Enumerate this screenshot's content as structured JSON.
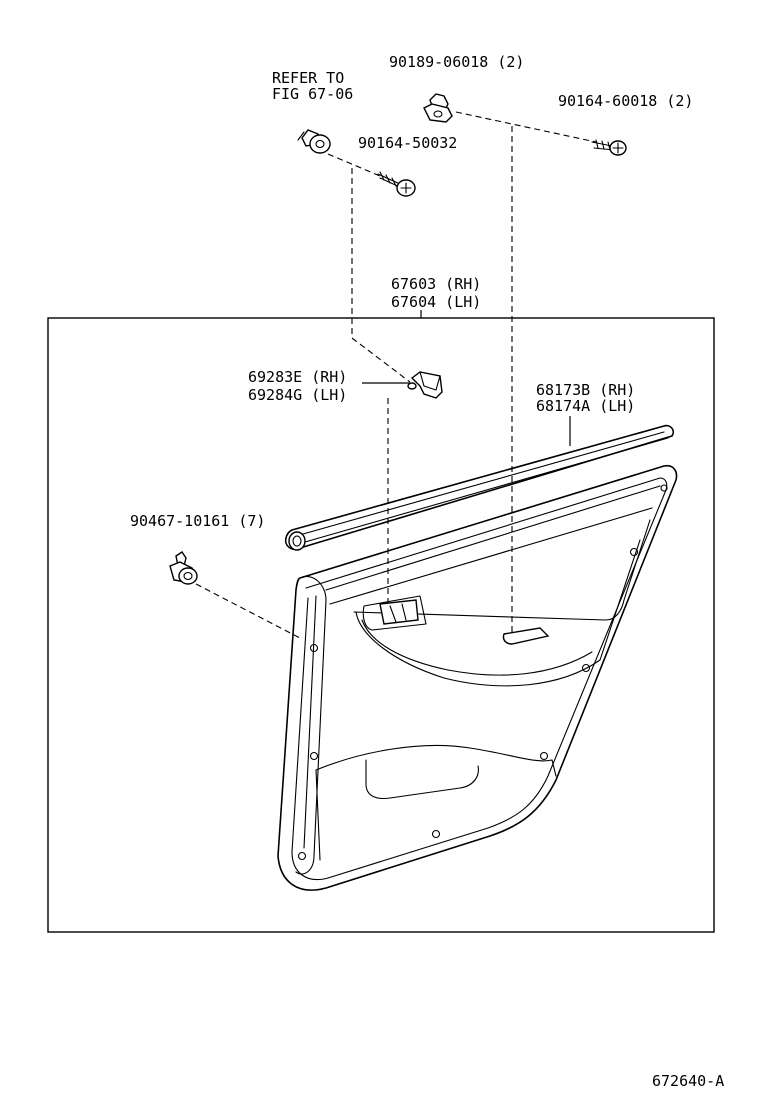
{
  "labels": {
    "refer_line1": "REFER TO",
    "refer_line2": "FIG 67-06",
    "clip_90189": "90189-06018 (2)",
    "screw_90164_60018": "90164-60018 (2)",
    "screw_90164_50032": "90164-50032",
    "board_rh": "67603 (RH)",
    "board_lh": "67604 (LH)",
    "bracket_rh": "69283E (RH)",
    "bracket_lh": "69284G (LH)",
    "weatherstrip_rh": "68173B (RH)",
    "weatherstrip_lh": "68174A (LH)",
    "clip_90467": "90467-10161 (7)",
    "figure_code": "672640-A"
  }
}
